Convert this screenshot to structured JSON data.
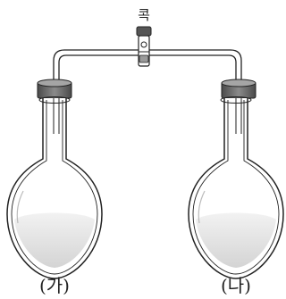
{
  "labels": {
    "stopcock": "콕",
    "flask_left": "(가)",
    "flask_right": "(나)"
  },
  "colors": {
    "outline": "#222222",
    "stopper": "#6e6e6e",
    "stopper_top": "#9a9a9a",
    "liquid": "#e2e2e2",
    "glass_highlight": "#ffffff"
  }
}
